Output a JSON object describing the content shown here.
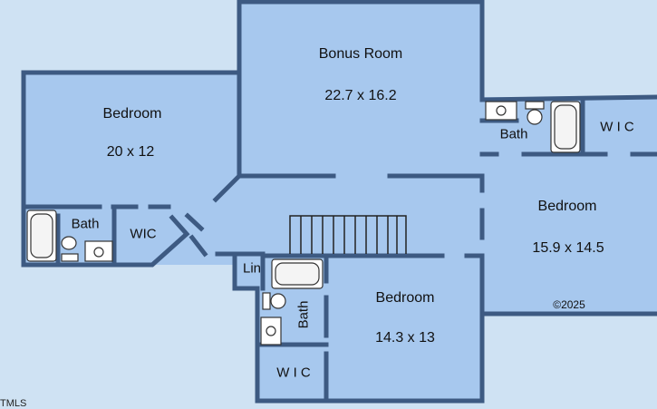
{
  "rooms": {
    "bonus": {
      "name": "Bonus Room",
      "dims": "22.7 x 16.2"
    },
    "bedroom_left": {
      "name": "Bedroom",
      "dims": "20 x 12"
    },
    "bedroom_right": {
      "name": "Bedroom",
      "dims": "15.9 x 14.5"
    },
    "bedroom_bottom": {
      "name": "Bedroom",
      "dims": "14.3 x 13"
    },
    "bath_left": "Bath",
    "bath_right": "Bath",
    "bath_bottom": "Bath",
    "wic_left": "WIC",
    "wic_right": "W I C",
    "wic_bottom": "W I C",
    "linen": "Lin"
  },
  "copyright": "©2025",
  "watermark": "TMLS",
  "colors": {
    "background": "#cfe2f3",
    "room_fill": "#a7c8ee",
    "wall": "#3d5a82"
  }
}
